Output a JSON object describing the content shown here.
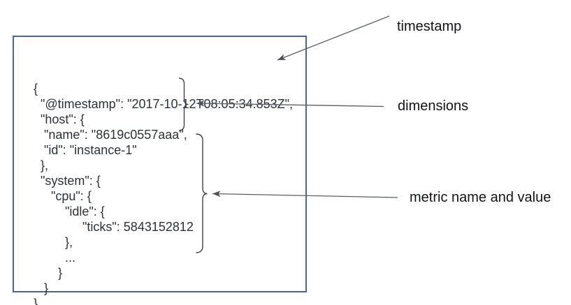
{
  "document": {
    "lines": [
      "{",
      "  \"@timestamp\": \"2017-10-12T08:05:34.853Z\",",
      "  \"host\": {",
      "   \"name\": \"8619c0557aaa\",",
      "   \"id\": \"instance-1\"",
      "  },",
      "  \"system\": {",
      "     \"cpu\": {",
      "         \"idle\": {",
      "              \"ticks\": 5843152812",
      "         },",
      "         ...",
      "       }",
      "   }",
      "}"
    ]
  },
  "annotations": [
    {
      "id": "timestamp",
      "label": "timestamp"
    },
    {
      "id": "dimensions",
      "label": "dimensions"
    },
    {
      "id": "metric",
      "label": "metric name and value"
    }
  ],
  "colors": {
    "background": "#ffffff",
    "box_border": "#4b6397",
    "code_text": "#2e3138",
    "label_text": "#121316",
    "brace": "#3d424d",
    "arrow": "#5a5e66"
  }
}
